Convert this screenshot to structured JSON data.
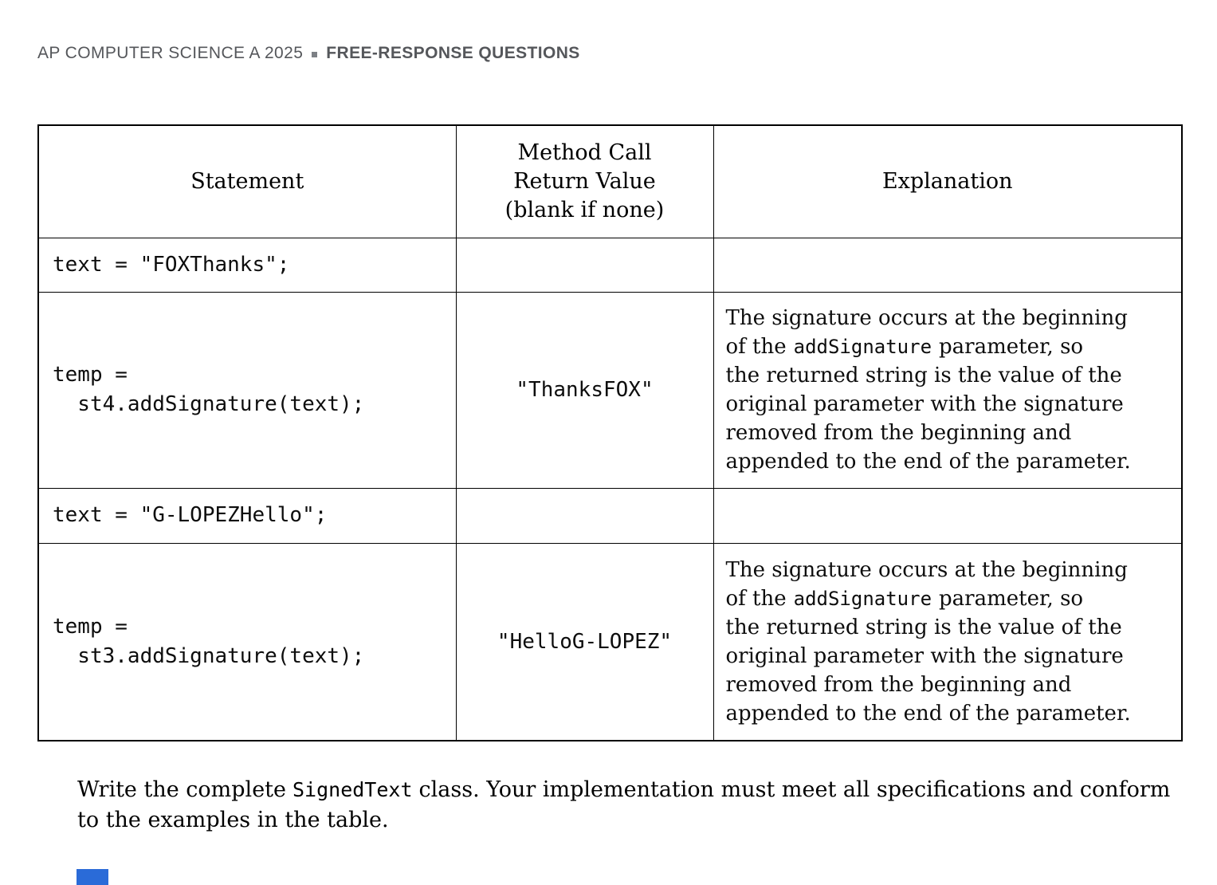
{
  "header": {
    "course_title": "AP COMPUTER SCIENCE A 2025",
    "section_title": "FREE-RESPONSE QUESTIONS"
  },
  "table": {
    "headers": {
      "statement": "Statement",
      "return_value_l1": "Method Call",
      "return_value_l2": "Return Value",
      "return_value_l3": "(blank if none)",
      "explanation": "Explanation"
    },
    "rows": [
      {
        "statement_l1": "text = \"FOXThanks\";",
        "statement_l2": "",
        "return_value": ""
      },
      {
        "statement_l1": "temp =",
        "statement_l2": "  st4.addSignature(text);",
        "return_value": "\"ThanksFOX\"",
        "explanation": {
          "l1": "The signature occurs at the beginning",
          "l2_before": "of the",
          "l2_code": "addSignature",
          "l2_after": "parameter, so",
          "l3": "the returned string is the value of the",
          "l4": "original parameter with the signature",
          "l5": "removed from the beginning and",
          "l6": "appended to the end of the parameter."
        }
      },
      {
        "statement_l1": "text = \"G-LOPEZHello\";",
        "statement_l2": "",
        "return_value": ""
      },
      {
        "statement_l1": "temp =",
        "statement_l2": "  st3.addSignature(text);",
        "return_value": "\"HelloG-LOPEZ\"",
        "explanation": {
          "l1": "The signature occurs at the beginning",
          "l2_before": "of the",
          "l2_code": "addSignature",
          "l2_after": "parameter, so",
          "l3": "the returned string is the value of the",
          "l4": "original parameter with the signature",
          "l5": "removed from the beginning and",
          "l6": "appended to the end of the parameter."
        }
      }
    ]
  },
  "footer": {
    "prompt_before": "Write the complete",
    "prompt_code": "SignedText",
    "prompt_after": "class. Your implementation must meet all specifications and conform to the examples in the table."
  },
  "colors": {
    "marker_blue": "#2a6bd8"
  }
}
